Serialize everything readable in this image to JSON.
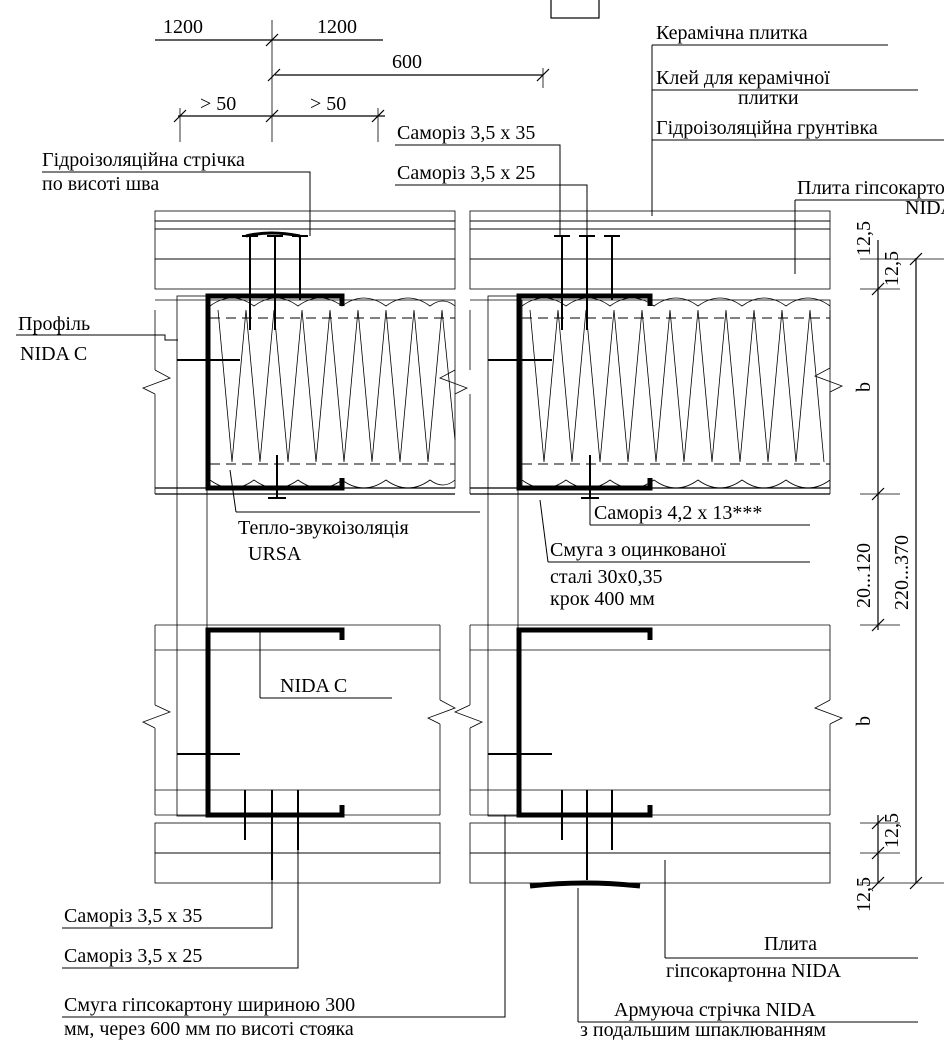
{
  "dimensions": {
    "top_left": "1200",
    "top_right": "1200",
    "span": "600",
    "min_left": "> 50",
    "min_right": "> 50",
    "r_board1": "12,5",
    "r_board2": "12,5",
    "r_b1": "b",
    "r_gap": "20...120",
    "r_total": "220...370",
    "r_b2": "b",
    "r_board3": "12,5",
    "r_board4": "12,5"
  },
  "labels": {
    "tape_line1": "Гідроізоляційна стрічка",
    "tape_line2": "по висоті шва",
    "profile_line1": "Профіль",
    "profile_line2": "NIDA C",
    "screw_35_top": "Саморіз 3,5 х 35",
    "screw_25_top": "Саморіз 3,5 х 25",
    "ceramic_tile": "Керамічна плитка",
    "tile_glue_line1": "Клей для керамічної",
    "tile_glue_line2": "плитки",
    "primer": "Гідроізоляційна грунтівка",
    "board_top_line1": "Плита гіпсокартонна",
    "board_top_line2": "NIDA",
    "insulation_line1": "Тепло-звукоізоляція",
    "insulation_line2": "URSA",
    "screw_42": "Саморіз 4,2 х 13***",
    "strip_line1": "Смуга з оцинкованої",
    "strip_line2": "сталі 30х0,35",
    "strip_line3": "крок 400 мм",
    "nida_c": "NIDA C",
    "screw_35_bottom": "Саморіз 3,5 х 35",
    "screw_25_bottom": "Саморіз 3,5 х 25",
    "board_bottom_line1": "Плита",
    "board_bottom_line2": "гіпсокартонна NIDA",
    "gyps_strip_line1": "Смуга гіпсокартону шириною 300",
    "gyps_strip_line2": "мм, через 600 мм по висоті стояка",
    "reinf_tape_line1": "Армуюча стрічка NIDA",
    "reinf_tape_line2": "з подальшим шпаклюванням"
  },
  "colors": {
    "insulation": "#ffff99",
    "board_green": "#c8e0b4",
    "board_blue": "#a8d4ec"
  }
}
